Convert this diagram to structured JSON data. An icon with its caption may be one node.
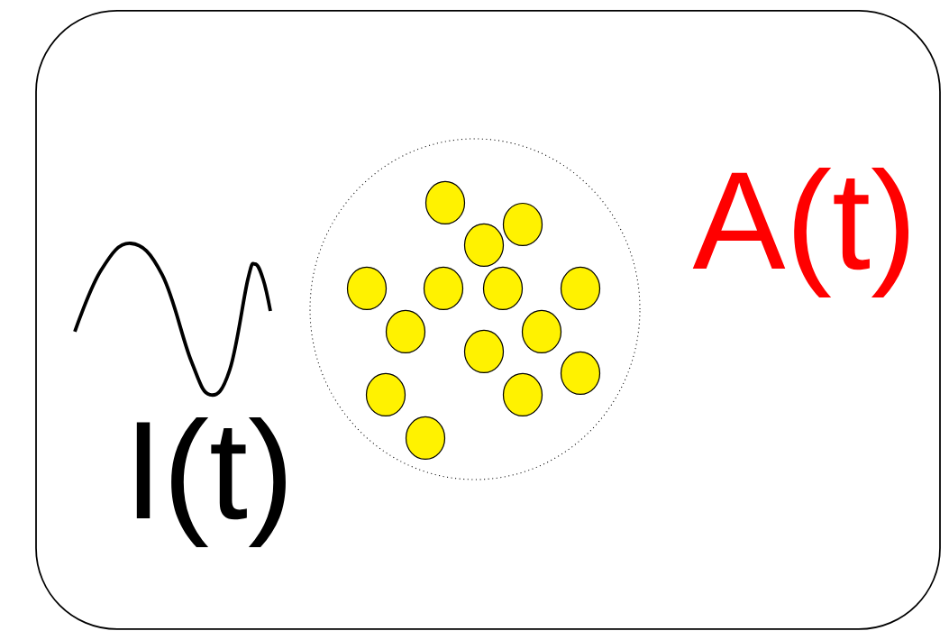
{
  "diagram": {
    "nodes": [
      {
        "text": [],
        "shape": "box"
      },
      {
        "text": [],
        "shape": "circle",
        "in": 0
      },
      {
        "text": [],
        "shape": "circle",
        "in": 1
      },
      {
        "text": [],
        "shape": "circle",
        "in": 1
      },
      {
        "text": [],
        "shape": "circle",
        "in": 1
      },
      {
        "text": [],
        "shape": "circle",
        "in": 1
      },
      {
        "text": [],
        "shape": "circle",
        "in": 1
      },
      {
        "text": [],
        "shape": "circle",
        "in": 1
      },
      {
        "text": [],
        "shape": "circle",
        "in": 1
      },
      {
        "text": [],
        "shape": "circle",
        "in": 1
      },
      {
        "text": [],
        "shape": "circle",
        "in": 1
      },
      {
        "text": [],
        "shape": "circle",
        "in": 1
      },
      {
        "text": [],
        "shape": "circle",
        "in": 1
      },
      {
        "text": [],
        "shape": "circle",
        "in": 1
      },
      {
        "text": [],
        "shape": "circle",
        "in": 1
      },
      {
        "text": [],
        "shape": "circle",
        "in": 1
      }
    ],
    "labels": [
      "I(t)",
      "A(t)"
    ]
  }
}
